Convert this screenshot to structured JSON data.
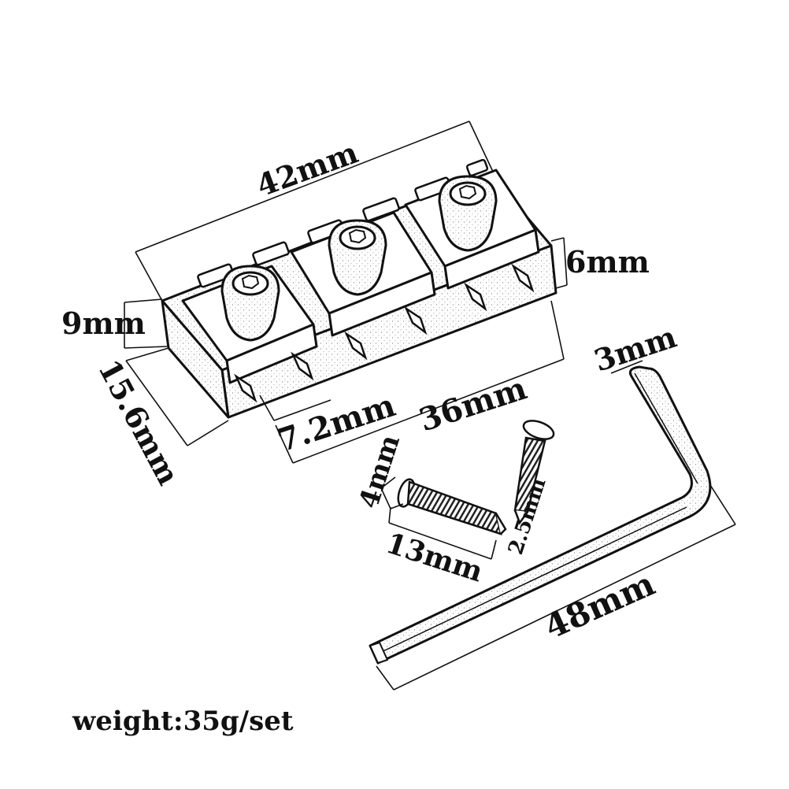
{
  "dimensions": {
    "nut_length": "42mm",
    "nut_height": "9mm",
    "nut_depth": "15.6mm",
    "pad_width": "7.2mm",
    "screw_spacing": "36mm",
    "pad_height": "6mm",
    "wrench_size": "3mm",
    "screw_diameter": "4mm",
    "screw_length": "13mm",
    "small_screw_diameter": "2.5mm",
    "wrench_length": "48mm"
  },
  "weight_label": "weight:35g/set",
  "colors": {
    "ink": "#111111",
    "background": "#ffffff"
  }
}
